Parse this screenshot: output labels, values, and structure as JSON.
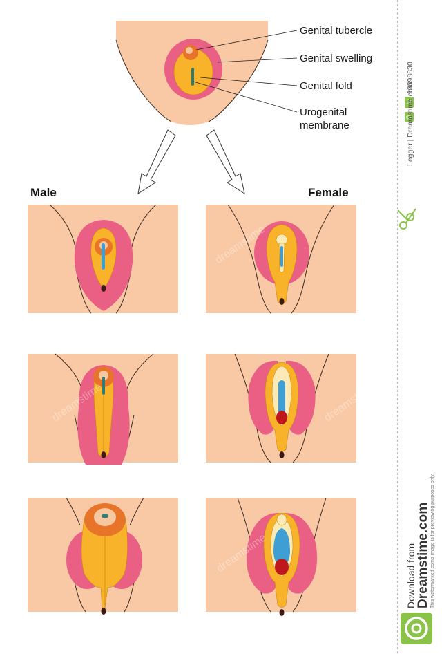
{
  "labels": {
    "genital_tubercle": "Genital tubercle",
    "genital_swelling": "Genital swelling",
    "genital_fold": "Genital fold",
    "urogenital_line1": "Urogenital",
    "urogenital_line2": "membrane"
  },
  "columns": {
    "male": "Male",
    "female": "Female"
  },
  "watermark": "dreamstime",
  "sidebar": {
    "id_badge": "ID",
    "id_number": "13398830",
    "copyright_badge": "©",
    "copyright_text": "Legger | Dreamstime.com",
    "download_from": "Download from",
    "brand": "Dreamstime.com",
    "note": "This watermarked comp image is for previewing purposes only."
  },
  "colors": {
    "skin": "#f9c9a6",
    "swelling_pink": "#ea5f84",
    "fold_yellow": "#f8b32a",
    "membrane_blue": "#3e9fd5",
    "opening_red": "#c0171e",
    "brand_green": "#8bc34a"
  }
}
